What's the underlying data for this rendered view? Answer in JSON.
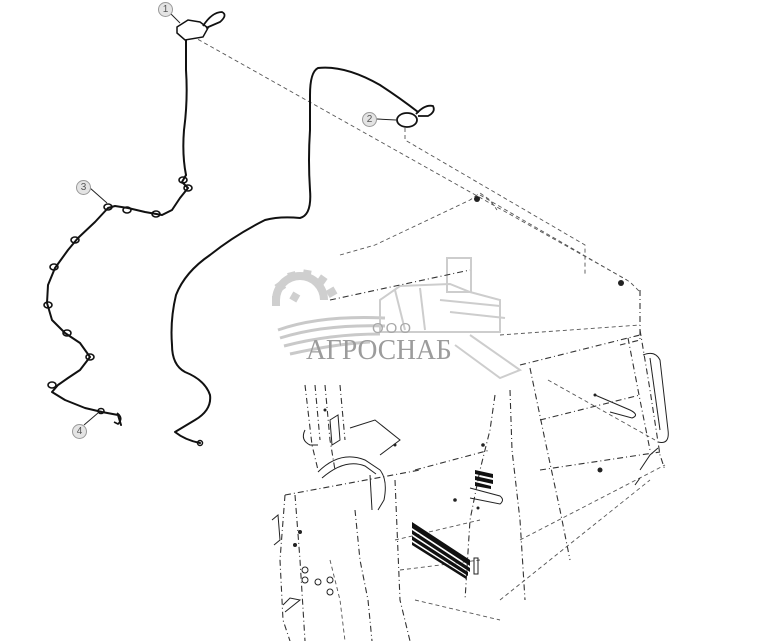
{
  "diagram": {
    "type": "exploded-parts-view",
    "subject": "cab frame with wiring harnesses",
    "callouts": [
      {
        "id": 1,
        "label": "1",
        "part": "connector / junction box (top harness)"
      },
      {
        "id": 2,
        "label": "2",
        "part": "round connector on long cable"
      },
      {
        "id": 3,
        "label": "3",
        "part": "wiring harness with clips"
      },
      {
        "id": 4,
        "label": "4",
        "part": "harness end connector"
      }
    ]
  },
  "watermark": {
    "prefix": "ООО",
    "company": "АГРОСНАБ",
    "color": "#9c9c9c"
  },
  "colors": {
    "background": "#ffffff",
    "lines": "#111111",
    "callout_fill": "#e4e4e4",
    "watermark": "#a8a8a8"
  }
}
